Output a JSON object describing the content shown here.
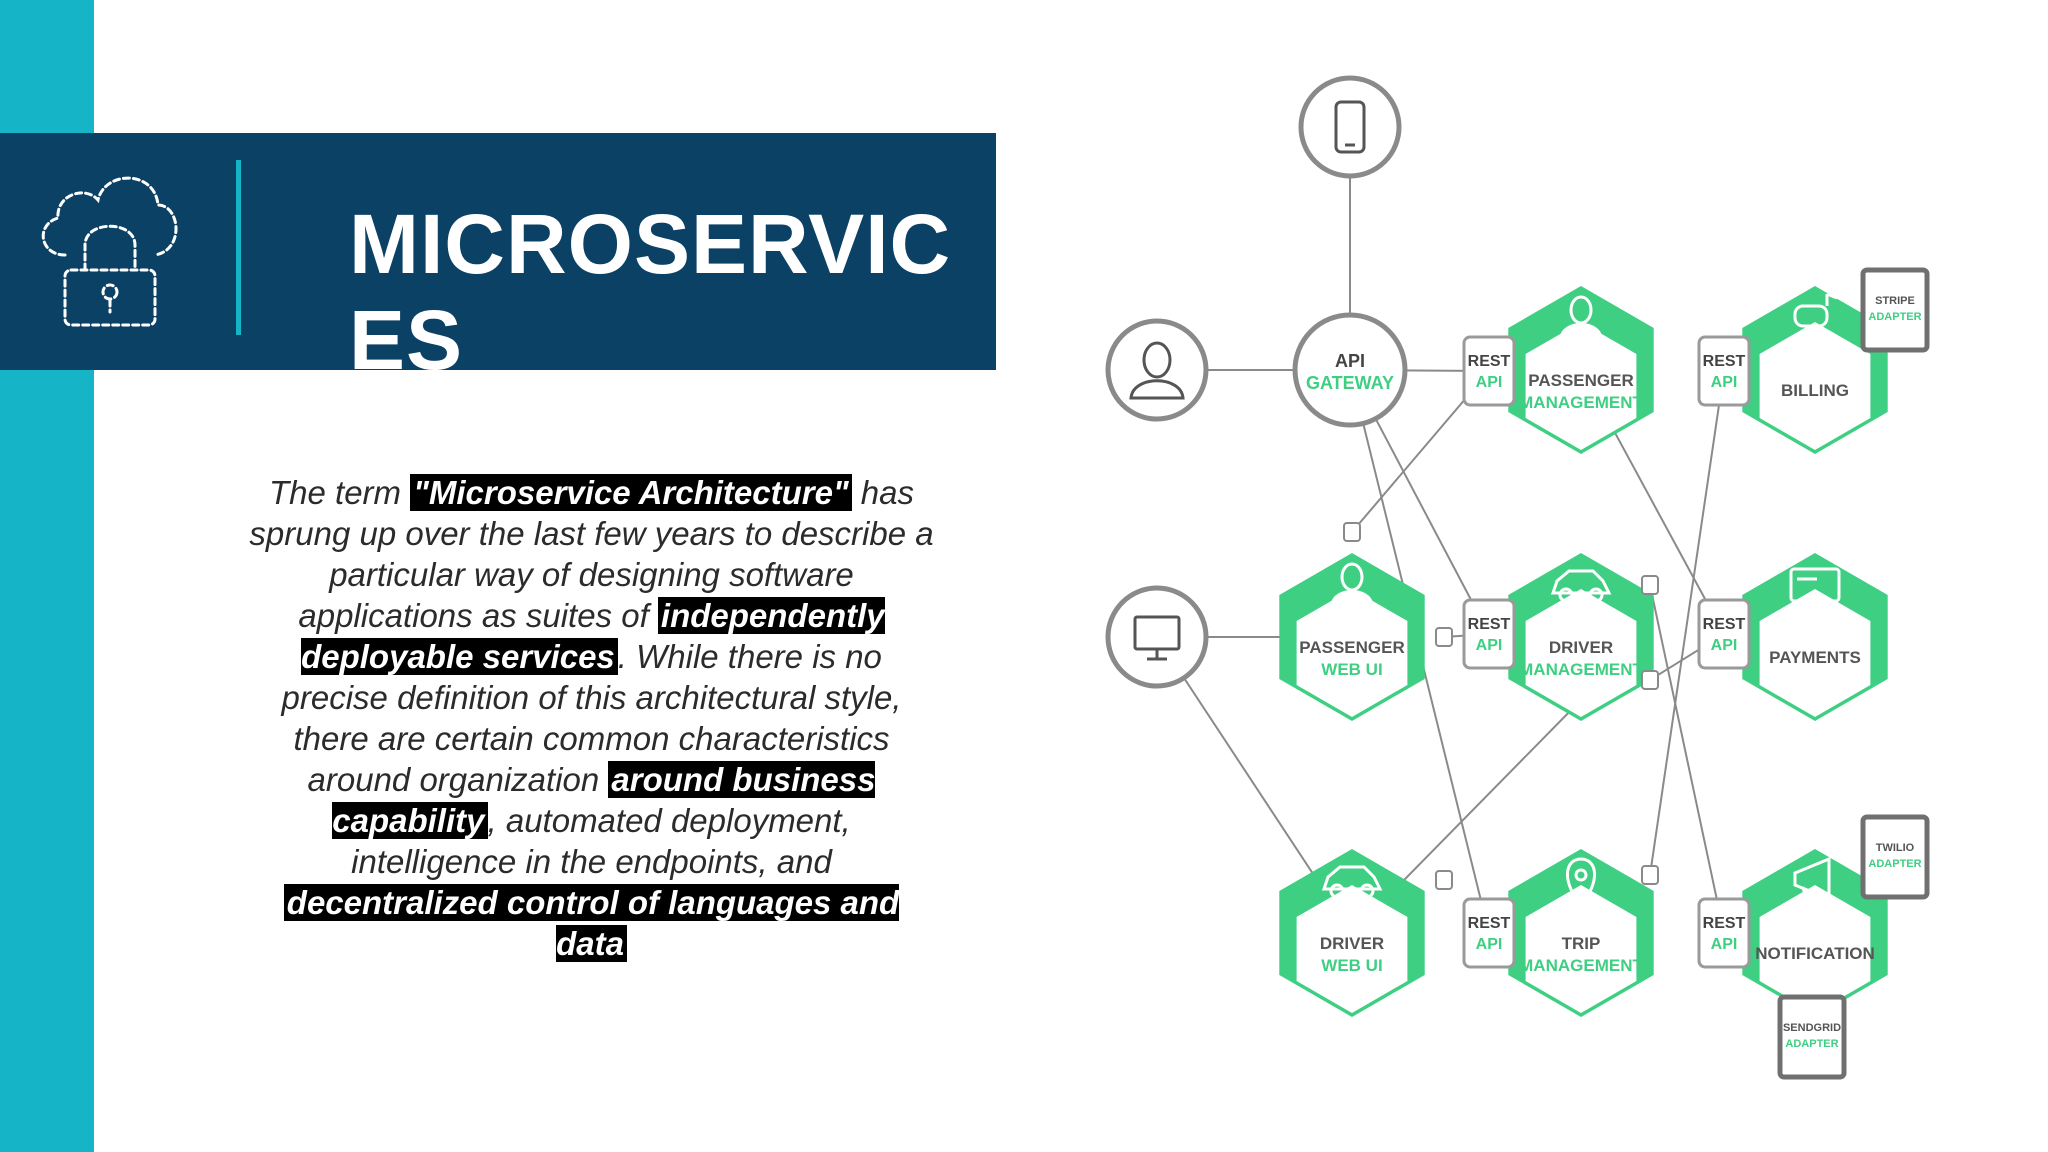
{
  "slide": {
    "title": "MICROSERVICES",
    "description_segments": [
      {
        "text": "The term ",
        "highlight": false
      },
      {
        "text": "\"Microservice Architecture\"",
        "highlight": true
      },
      {
        "text": " has sprung up over the last few years to describe a particular way of designing software applications as suites of ",
        "highlight": false
      },
      {
        "text": "independently deployable services",
        "highlight": true
      },
      {
        "text": ". While there is no precise definition of this architectural style, there are certain common characteristics around organization ",
        "highlight": false
      },
      {
        "text": "around business capability",
        "highlight": true
      },
      {
        "text": ", automated deployment, intelligence in the endpoints, and ",
        "highlight": false
      },
      {
        "text": "decentralized control of languages and data",
        "highlight": true
      }
    ]
  },
  "diagram": {
    "accent_color": "#3ecf82",
    "line_color": "#8a8a8a",
    "clients": [
      {
        "id": "mobile",
        "icon": "phone-icon"
      },
      {
        "id": "user",
        "icon": "user-icon"
      },
      {
        "id": "desktop",
        "icon": "monitor-icon"
      }
    ],
    "api_gateway": {
      "line1": "API",
      "line2": "GATEWAY"
    },
    "rest_api": {
      "line1": "REST",
      "line2": "API"
    },
    "services": [
      {
        "id": "passenger-management",
        "line1": "PASSENGER",
        "line2": "MANAGEMENT",
        "icon": "person-icon"
      },
      {
        "id": "billing",
        "line1": "BILLING",
        "line2": "",
        "icon": "mailbox-icon"
      },
      {
        "id": "passenger-web-ui",
        "line1": "PASSENGER",
        "line2": "WEB UI",
        "icon": "person-icon"
      },
      {
        "id": "driver-management",
        "line1": "DRIVER",
        "line2": "MANAGEMENT",
        "icon": "car-icon"
      },
      {
        "id": "payments",
        "line1": "PAYMENTS",
        "line2": "",
        "icon": "card-icon"
      },
      {
        "id": "driver-web-ui",
        "line1": "DRIVER",
        "line2": "WEB UI",
        "icon": "car-icon"
      },
      {
        "id": "trip-management",
        "line1": "TRIP",
        "line2": "MANAGEMENT",
        "icon": "map-pin-icon"
      },
      {
        "id": "notification",
        "line1": "NOTIFICATION",
        "line2": "",
        "icon": "megaphone-icon"
      }
    ],
    "adapters": [
      {
        "id": "stripe",
        "line1": "STRIPE",
        "line2": "ADAPTER"
      },
      {
        "id": "twilio",
        "line1": "TWILIO",
        "line2": "ADAPTER"
      },
      {
        "id": "sendgrid",
        "line1": "SENDGRID",
        "line2": "ADAPTER"
      }
    ]
  }
}
